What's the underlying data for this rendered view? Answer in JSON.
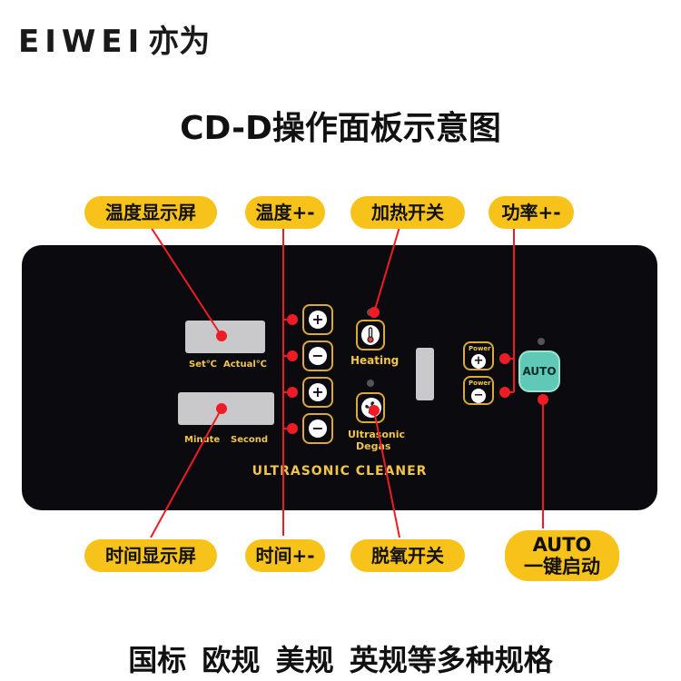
{
  "brand": {
    "name_en": "EIWEI",
    "name_cn": "亦为"
  },
  "title": "CD-D操作面板示意图",
  "callouts": {
    "temp_display": "温度显示屏",
    "temp_adjust": "温度+-",
    "heat_switch": "加热开关",
    "power_adjust": "功率+-",
    "time_display": "时间显示屏",
    "time_adjust": "时间+-",
    "degas_switch": "脱氧开关",
    "auto_line1": "AUTO",
    "auto_line2": "一键启动"
  },
  "panel": {
    "temp_labels": {
      "set": "Set℃",
      "actual": "Actual℃"
    },
    "time_labels": {
      "minute": "Minute",
      "second": "Second"
    },
    "heating_label": "Heating",
    "degas_label_1": "Ultrasonic",
    "degas_label_2": "Degas",
    "power_label": "Power",
    "auto_button": "AUTO",
    "product_name": "ULTRASONIC CLEANER",
    "plus": "+",
    "minus": "−"
  },
  "footer": "国标 欧规 美规 英规等多种规格",
  "colors": {
    "accent": "#f7c21a",
    "panel": "#0b0b0f",
    "pointer": "#ee1c25",
    "auto": "#5fc9b5"
  }
}
